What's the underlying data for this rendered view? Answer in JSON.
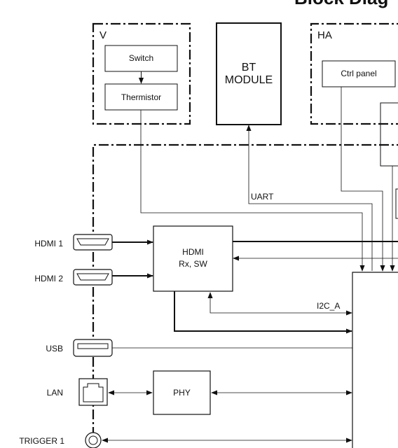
{
  "title": "Block Diag",
  "groups": {
    "v": {
      "label": "V"
    },
    "ha": {
      "label": "HA"
    }
  },
  "blocks": {
    "switch": "Switch",
    "thermistor": "Thermistor",
    "bt_line1": "BT",
    "bt_line2": "MODULE",
    "ctrl_panel": "Ctrl panel",
    "hdmi_rx_line1": "HDMI",
    "hdmi_rx_line2": "Rx, SW",
    "phy": "PHY"
  },
  "ports": {
    "hdmi1": "HDMI 1",
    "hdmi2": "HDMI 2",
    "usb": "USB",
    "lan": "LAN",
    "trigger1": "TRIGGER 1"
  },
  "signals": {
    "uart": "UART",
    "i2c_a": "I2C_A"
  }
}
